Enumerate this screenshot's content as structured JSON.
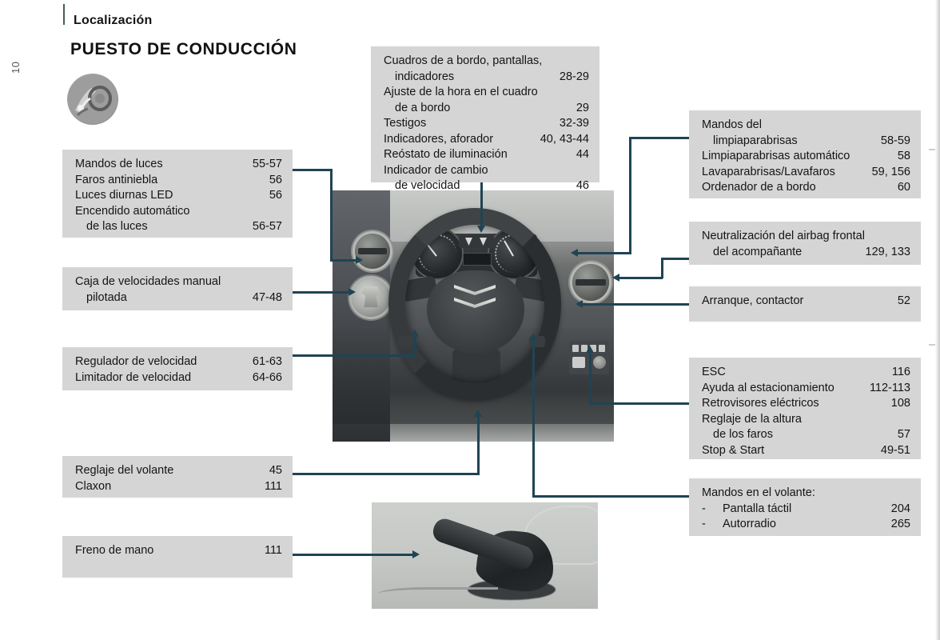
{
  "document": {
    "section_label": "Localización",
    "page_title": "PUESTO DE CONDUCCIÓN",
    "folio": "10",
    "line_color": "#1f4454",
    "box_color": "#d5d5d5"
  },
  "boxes": {
    "top_center": {
      "name": "instrument-panel-references",
      "rows": [
        {
          "label": "Cuadros de a bordo, pantallas,",
          "page": ""
        },
        {
          "label": "indicadores",
          "page": "28-29",
          "indent": true
        },
        {
          "label": "Ajuste de la hora en el cuadro",
          "page": ""
        },
        {
          "label": "de a bordo",
          "page": "29",
          "indent": true
        },
        {
          "label": "Testigos",
          "page": "32-39"
        },
        {
          "label": "Indicadores, aforador",
          "page": "40, 43-44"
        },
        {
          "label": "Reóstato de iluminación",
          "page": "44"
        },
        {
          "label": "Indicador de cambio",
          "page": ""
        },
        {
          "label": "de velocidad",
          "page": "46",
          "indent": true
        }
      ]
    },
    "left_lights": {
      "name": "lighting-references",
      "rows": [
        {
          "label": "Mandos de luces",
          "page": "55-57"
        },
        {
          "label": "Faros antiniebla",
          "page": "56"
        },
        {
          "label": "Luces diurnas LED",
          "page": "56"
        },
        {
          "label": "Encendido automático",
          "page": ""
        },
        {
          "label": "de las luces",
          "page": "56-57",
          "indent": true
        }
      ]
    },
    "left_gearbox": {
      "name": "gearbox-references",
      "rows": [
        {
          "label": "Caja de velocidades manual",
          "page": ""
        },
        {
          "label": "pilotada",
          "page": "47-48",
          "indent": true
        }
      ]
    },
    "left_cruise": {
      "name": "cruise-control-references",
      "rows": [
        {
          "label": "Regulador de velocidad",
          "page": "61-63"
        },
        {
          "label": "Limitador de velocidad",
          "page": "64-66"
        }
      ]
    },
    "left_steering": {
      "name": "steering-adjustment-references",
      "rows": [
        {
          "label": "Reglaje del volante",
          "page": "45"
        },
        {
          "label": "Claxon",
          "page": "111"
        }
      ]
    },
    "left_handbrake": {
      "name": "handbrake-references",
      "rows": [
        {
          "label": "Freno de mano",
          "page": "111"
        }
      ]
    },
    "right_wipers": {
      "name": "wiper-references",
      "rows": [
        {
          "label": "Mandos del",
          "page": ""
        },
        {
          "label": "limpiaparabrisas",
          "page": "58-59",
          "indent": true
        },
        {
          "label": "Limpiaparabrisas automático",
          "page": "58"
        },
        {
          "label": "Lavaparabrisas/Lavafaros",
          "page": "59, 156"
        },
        {
          "label": "Ordenador de a bordo",
          "page": "60"
        }
      ]
    },
    "right_airbag": {
      "name": "airbag-references",
      "rows": [
        {
          "label": "Neutralización del airbag frontal",
          "page": ""
        },
        {
          "label": "del acompañante",
          "page": "129, 133",
          "indent": true
        }
      ]
    },
    "right_ignition": {
      "name": "ignition-references",
      "rows": [
        {
          "label": "Arranque, contactor",
          "page": "52"
        }
      ]
    },
    "right_controls": {
      "name": "driving-aids-references",
      "rows": [
        {
          "label": "ESC",
          "page": "116"
        },
        {
          "label": "Ayuda al estacionamiento",
          "page": "112-113"
        },
        {
          "label": "Retrovisores eléctricos",
          "page": "108"
        },
        {
          "label": "Reglaje de la altura",
          "page": ""
        },
        {
          "label": "de los faros",
          "page": "57",
          "indent": true
        },
        {
          "label": "Stop & Start",
          "page": "49-51"
        }
      ]
    },
    "right_wheel_controls": {
      "name": "steering-wheel-controls-references",
      "rows": [
        {
          "label": "Mandos en el volante:",
          "page": ""
        },
        {
          "label": "Pantalla táctil",
          "page": "204",
          "dash": true
        },
        {
          "label": "Autorradio",
          "page": "265",
          "dash": true
        }
      ]
    }
  },
  "photos": {
    "dashboard": {
      "name": "dashboard-photo",
      "alt": "Puesto de conducción - volante y cuadro de a bordo"
    },
    "handbrake": {
      "name": "handbrake-photo",
      "alt": "Freno de mano"
    }
  }
}
